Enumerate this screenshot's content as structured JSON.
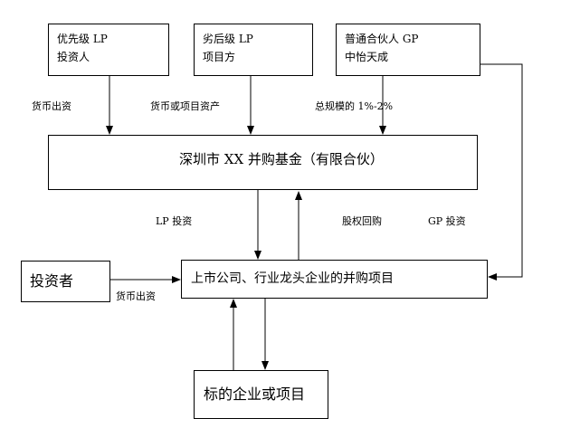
{
  "boxes": {
    "priority_lp": {
      "line1": "优先级 LP",
      "line2": "投资人"
    },
    "subordinate_lp": {
      "line1": "劣后级 LP",
      "line2": "项目方"
    },
    "gp": {
      "line1": "普通合伙人 GP",
      "line2": "中怡天成"
    },
    "fund": {
      "label": "深圳市 XX 并购基金（有限合伙）"
    },
    "investor": {
      "label": "投资者"
    },
    "target_project": {
      "label": "上市公司、行业龙头企业的并购项目"
    },
    "target_company": {
      "label": "标的企业或项目"
    }
  },
  "edge_labels": {
    "priority_to_fund": "货币出资",
    "subordinate_to_fund": "货币或项目资产",
    "gp_to_fund": "总规模的 1%-2%",
    "fund_to_project": "LP 投资",
    "project_to_fund": "股权回购",
    "gp_to_project": "GP 投资",
    "investor_to_project": "货币出资"
  }
}
